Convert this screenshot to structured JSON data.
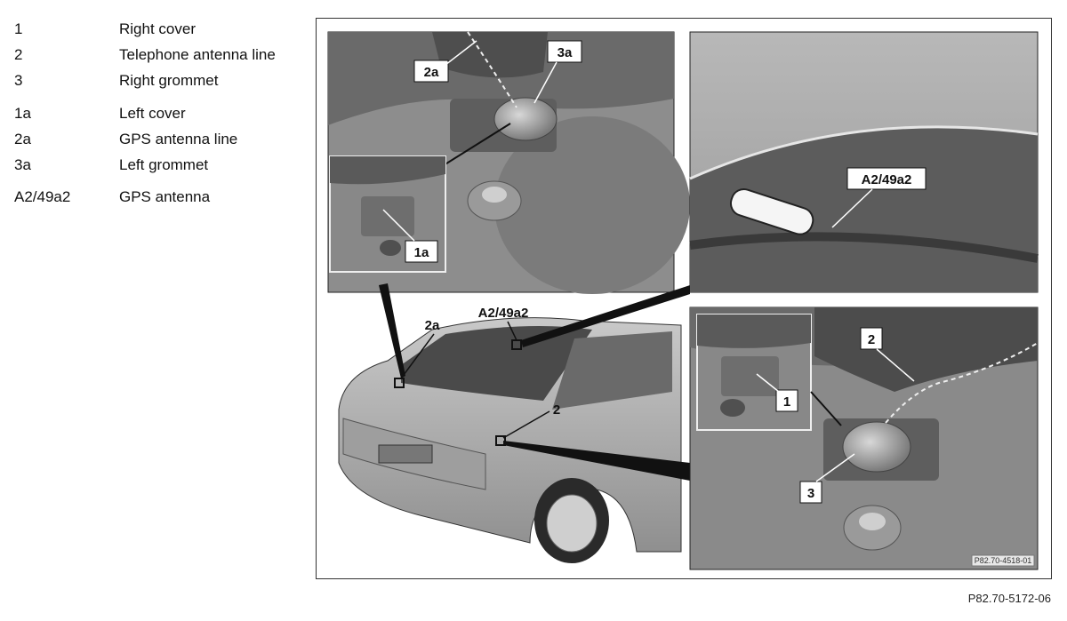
{
  "legend": [
    {
      "id": "1",
      "desc": "Right cover"
    },
    {
      "id": "2",
      "desc": "Telephone antenna line"
    },
    {
      "id": "3",
      "desc": "Right grommet"
    },
    {
      "id": "1a",
      "desc": "Left cover"
    },
    {
      "id": "2a",
      "desc": "GPS antenna line"
    },
    {
      "id": "3a",
      "desc": "Left grommet"
    },
    {
      "id": "A2/49a2",
      "desc": "GPS antenna"
    }
  ],
  "callouts": {
    "c3a": "3a",
    "c2a_top": "2a",
    "c1a": "1a",
    "antenna_top": "A2/49a2",
    "c2a_car": "2a",
    "antenna_car": "A2/49a2",
    "c2_car": "2",
    "c2_br": "2",
    "c1_br": "1",
    "c3_br": "3"
  },
  "image_ref": "P82.70-4518-01",
  "figure_ref": "P82.70-5172-06"
}
